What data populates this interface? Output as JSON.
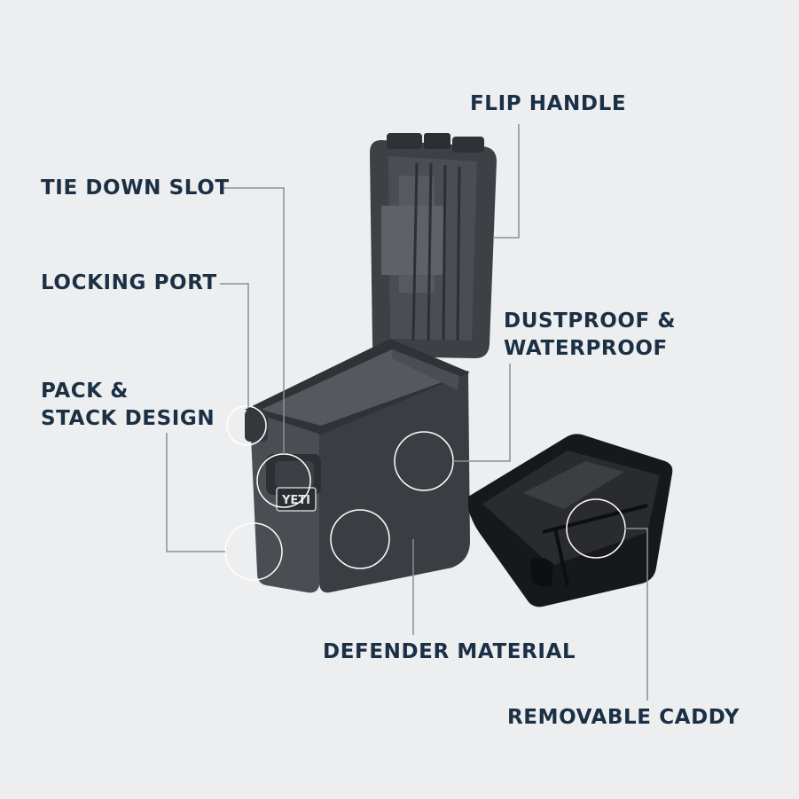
{
  "labels": {
    "flip_handle": "FLIP HANDLE",
    "tie_down_slot": "TIE DOWN SLOT",
    "locking_port": "LOCKING PORT",
    "dustproof_line1": "DUSTPROOF &",
    "dustproof_line2": "WATERPROOF",
    "pack_stack_line1": "PACK &",
    "pack_stack_line2": "STACK DESIGN",
    "defender_material": "DEFENDER MATERIAL",
    "removable_caddy": "REMOVABLE CADDY"
  },
  "logo_text": "YETI",
  "colors": {
    "background": "#edeeef",
    "label_text": "#1b2f45",
    "leader_line": "#8a8f95",
    "box_body": "#43474c",
    "lid": "#3d4045",
    "interior": "#55595e",
    "caddy": "#17181a"
  }
}
